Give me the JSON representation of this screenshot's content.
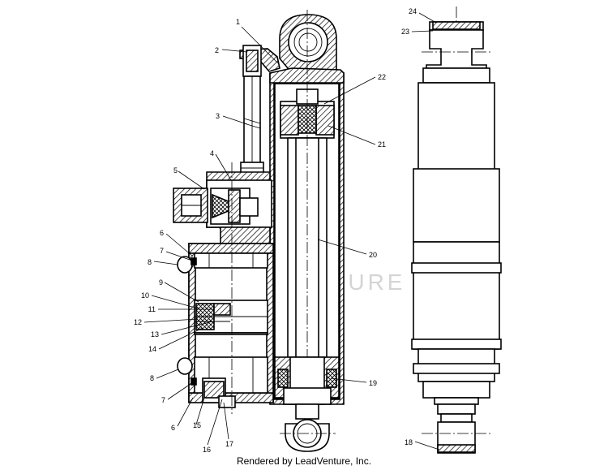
{
  "watermark": "LEADVENTURE",
  "credit": "Rendered by LeadVenture, Inc.",
  "callouts": [
    "1",
    "2",
    "3",
    "4",
    "5",
    "6",
    "7",
    "8",
    "9",
    "10",
    "11",
    "12",
    "13",
    "14",
    "8",
    "7",
    "6",
    "15",
    "16",
    "17",
    "24",
    "23",
    "22",
    "21",
    "20",
    "19",
    "18"
  ],
  "colors": {
    "line": "#000000",
    "hatch": "#000000",
    "watermark": "#d4d4d4"
  }
}
